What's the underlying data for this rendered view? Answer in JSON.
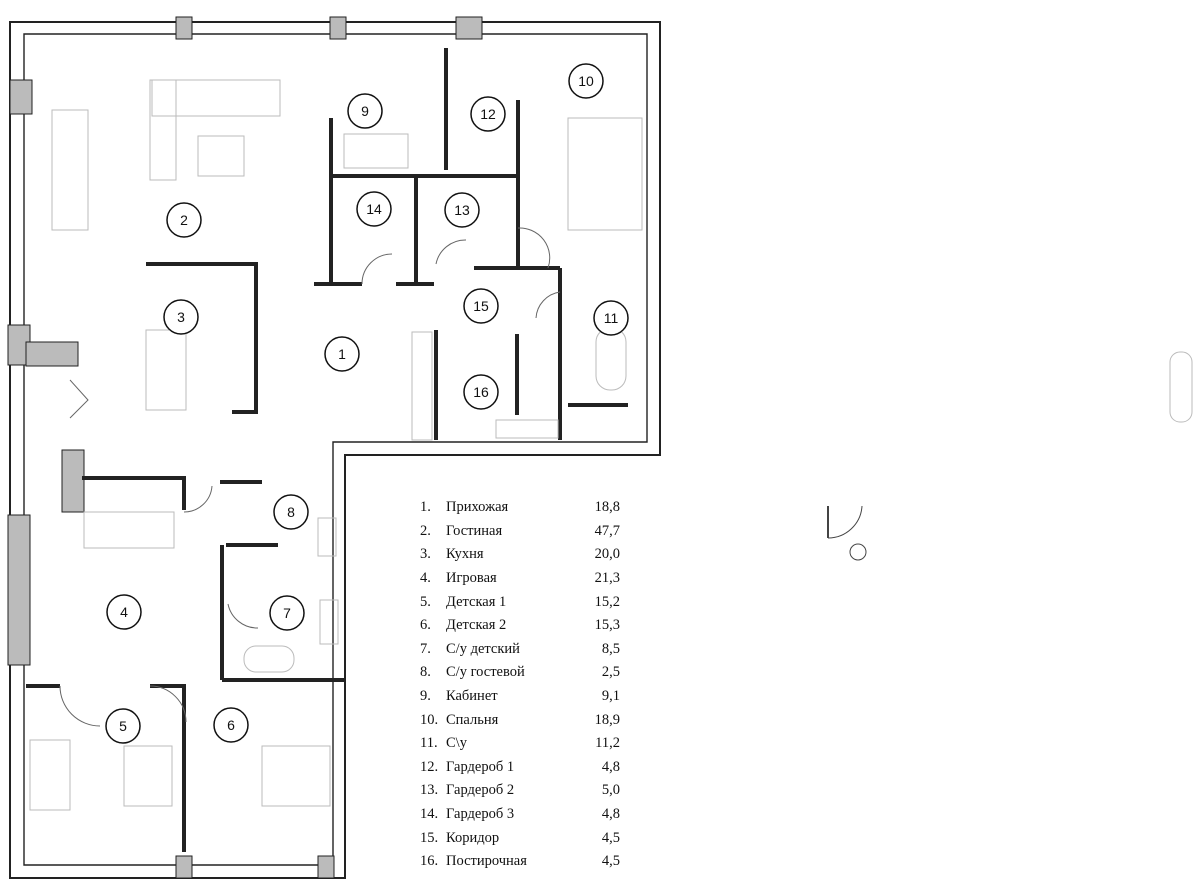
{
  "rooms": [
    {
      "id": "1",
      "num": "1.",
      "name": "Прихожая",
      "area": "18,8"
    },
    {
      "id": "2",
      "num": "2.",
      "name": "Гостиная",
      "area": "47,7"
    },
    {
      "id": "3",
      "num": "3.",
      "name": "Кухня",
      "area": "20,0"
    },
    {
      "id": "4",
      "num": "4.",
      "name": "Игровая",
      "area": "21,3"
    },
    {
      "id": "5",
      "num": "5.",
      "name": "Детская 1",
      "area": "15,2"
    },
    {
      "id": "6",
      "num": "6.",
      "name": "Детская 2",
      "area": "15,3"
    },
    {
      "id": "7",
      "num": "7.",
      "name": "С/у детский",
      "area": "8,5"
    },
    {
      "id": "8",
      "num": "8.",
      "name": "С/у гостевой",
      "area": "2,5"
    },
    {
      "id": "9",
      "num": "9.",
      "name": "Кабинет",
      "area": "9,1"
    },
    {
      "id": "10",
      "num": "10.",
      "name": "Спальня",
      "area": "18,9"
    },
    {
      "id": "11",
      "num": "11.",
      "name": "С\\у",
      "area": "11,2"
    },
    {
      "id": "12",
      "num": "12.",
      "name": "Гардероб 1",
      "area": "4,8"
    },
    {
      "id": "13",
      "num": "13.",
      "name": "Гардероб 2",
      "area": "5,0"
    },
    {
      "id": "14",
      "num": "14.",
      "name": "Гардероб 3",
      "area": "4,8"
    },
    {
      "id": "15",
      "num": "15.",
      "name": "Коридор",
      "area": "4,5"
    },
    {
      "id": "16",
      "num": "16.",
      "name": "Постирочная",
      "area": "4,5"
    }
  ]
}
